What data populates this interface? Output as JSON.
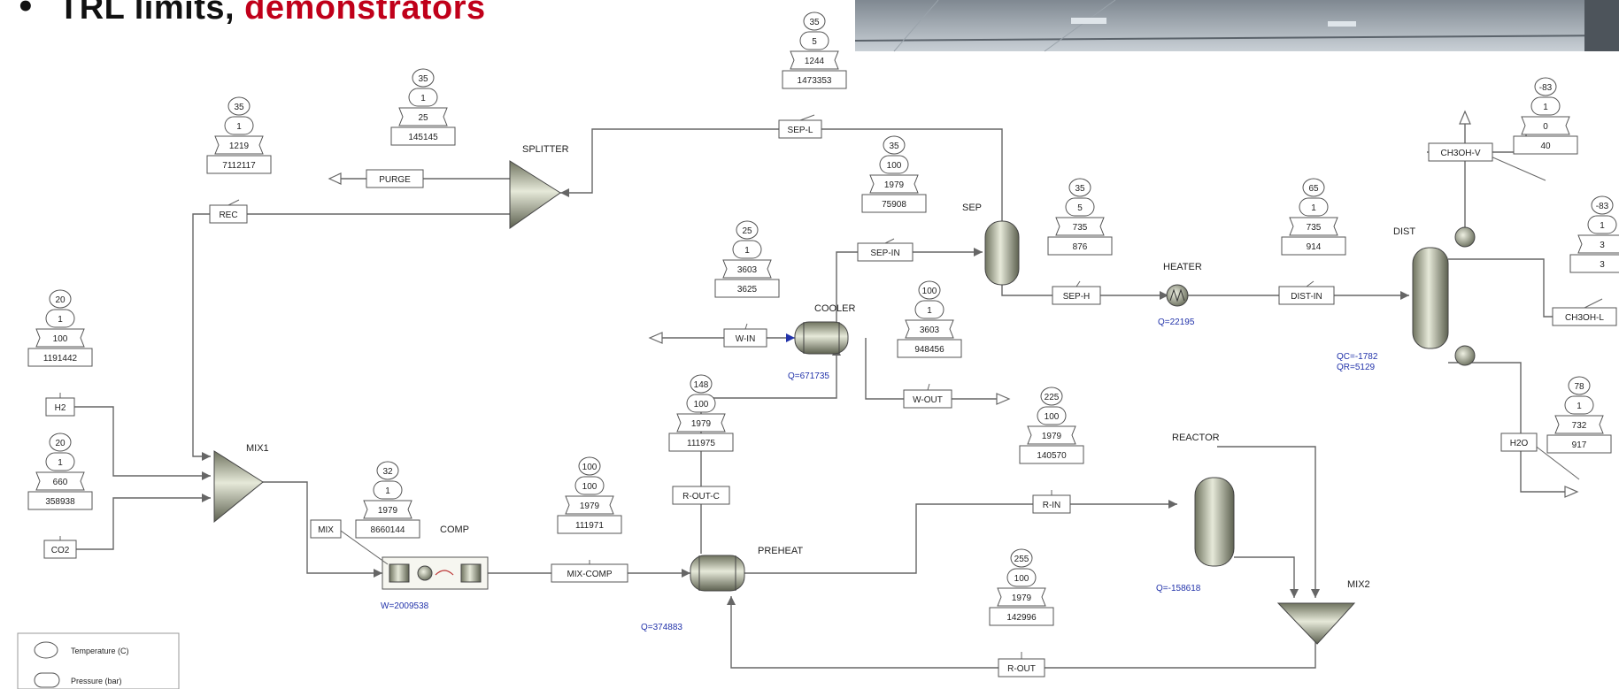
{
  "slide_title": {
    "bullet": "•",
    "part1": "TRL limits,",
    "part2": " demonstrators"
  },
  "blocks": {
    "splitter": "SPLITTER",
    "sep": "SEP",
    "heater": "HEATER",
    "cooler": "COOLER",
    "dist": "DIST",
    "mix1": "MIX1",
    "comp": "COMP",
    "preheat": "PREHEAT",
    "reactor": "REACTOR",
    "mix2": "MIX2"
  },
  "stream_labels": {
    "purge": "PURGE",
    "rec": "REC",
    "sep_l": "SEP-L",
    "sep_in": "SEP-IN",
    "sep_h": "SEP-H",
    "dist_in": "DIST-IN",
    "w_in": "W-IN",
    "w_out": "W-OUT",
    "ch3oh_v": "CH3OH-V",
    "ch3oh_l": "CH3OH-L",
    "h2": "H2",
    "co2": "CO2",
    "mix": "MIX",
    "mix_comp": "MIX-COMP",
    "r_out_c": "R-OUT-C",
    "r_in": "R-IN",
    "r_out": "R-OUT",
    "h2o": "H2O"
  },
  "streams": {
    "purge": {
      "t": "35",
      "p": "1",
      "f": "25",
      "e": "145145"
    },
    "rec": {
      "t": "35",
      "p": "1",
      "f": "1219",
      "e": "7112117"
    },
    "sep_l": {
      "t": "35",
      "p": "5",
      "f": "1244",
      "e": "1473353"
    },
    "sep_in": {
      "t": "35",
      "p": "100",
      "f": "1979",
      "e": "75908"
    },
    "sep_h": {
      "t": "35",
      "p": "5",
      "f": "735",
      "e": "876"
    },
    "dist_in": {
      "t": "65",
      "p": "1",
      "f": "735",
      "e": "914"
    },
    "ch3oh_v": {
      "t": "-83",
      "p": "1",
      "f": "0",
      "e": "40"
    },
    "ch3oh_l": {
      "t": "-83",
      "p": "1",
      "f": "3",
      "e": "3"
    },
    "w_in": {
      "t": "25",
      "p": "1",
      "f": "3603",
      "e": "3625"
    },
    "w_out": {
      "t": "100",
      "p": "1",
      "f": "3603",
      "e": "948456"
    },
    "h2": {
      "t": "20",
      "p": "1",
      "f": "100",
      "e": "1191442"
    },
    "co2": {
      "t": "20",
      "p": "1",
      "f": "660",
      "e": "358938"
    },
    "mix": {
      "t": "32",
      "p": "1",
      "f": "1979",
      "e": "8660144"
    },
    "mix_comp": {
      "t": "100",
      "p": "100",
      "f": "1979",
      "e": "111971"
    },
    "r_out_c": {
      "t": "148",
      "p": "100",
      "f": "1979",
      "e": "111975"
    },
    "r_in": {
      "t": "225",
      "p": "100",
      "f": "1979",
      "e": "140570"
    },
    "r_out": {
      "t": "255",
      "p": "100",
      "f": "1979",
      "e": "142996"
    },
    "h2o": {
      "t": "78",
      "p": "1",
      "f": "732",
      "e": "917"
    }
  },
  "duties": {
    "heater": "Q=22195",
    "cooler": "Q=671735",
    "dist": "QC=-1782",
    "dist2": "QR=5129",
    "comp": "W=2009538",
    "preheat": "Q=374883",
    "reactor": "Q=-158618"
  },
  "legend": {
    "temperature": "Temperature (C)",
    "pressure": "Pressure (bar)"
  },
  "colors": {
    "accent_red": "#c0001a",
    "duty_blue": "#2233aa",
    "line": "#666666"
  }
}
